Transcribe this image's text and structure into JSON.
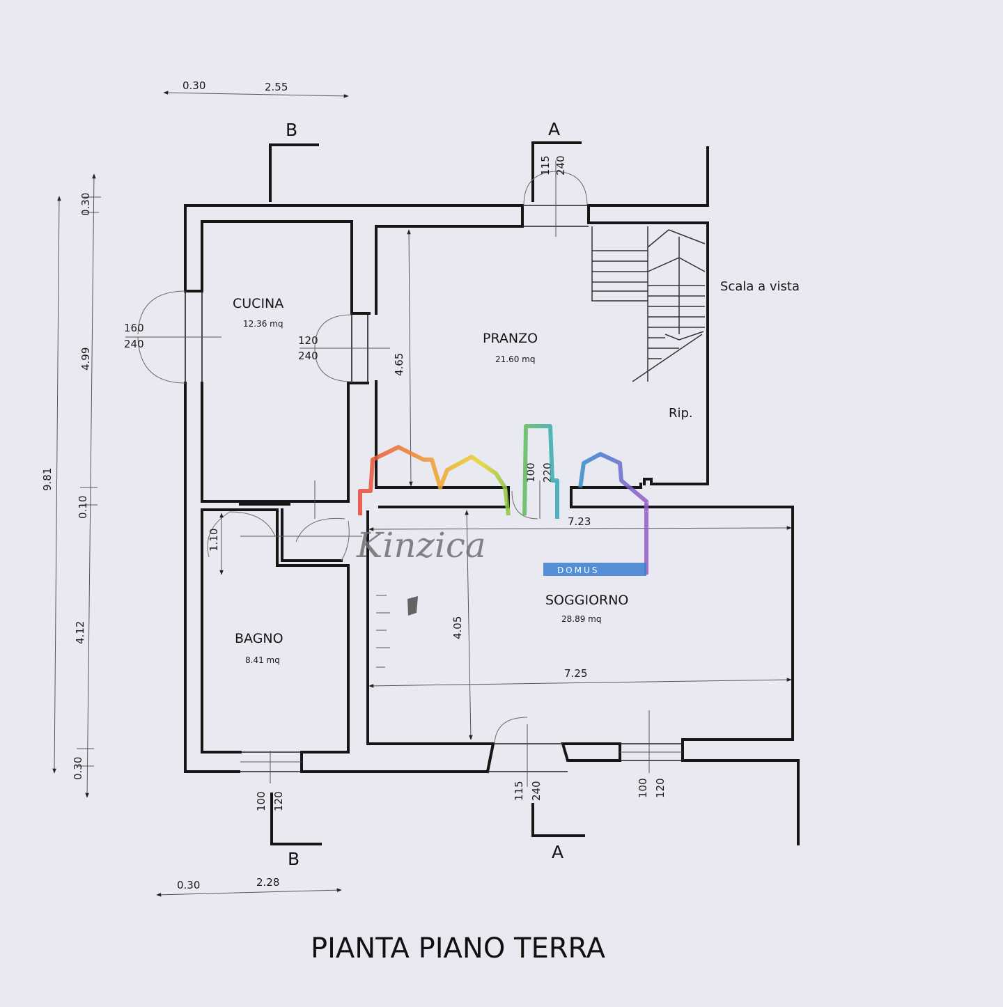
{
  "rooms": {
    "cucina": {
      "name": "CUCINA",
      "area": "12.36 mq"
    },
    "pranzo": {
      "name": "PRANZO",
      "area": "21.60 mq"
    },
    "bagno": {
      "name": "BAGNO",
      "area": "8.41 mq"
    },
    "soggiorno": {
      "name": "SOGGIORNO",
      "area": "28.89 mq"
    }
  },
  "labels": {
    "stairs": "Scala a vista",
    "storage": "Rip."
  },
  "sections": {
    "a": "A",
    "b": "B"
  },
  "dimensions": {
    "top_left_wall": "0.30",
    "top_width": "2.55",
    "bottom_left_wall": "0.30",
    "bottom_width": "2.28",
    "total_height": "9.81",
    "left_top_wall": "0.30",
    "left_upper_span": "4.99",
    "left_middle_wall": "0.10",
    "left_lower_span": "4.12",
    "left_bottom_wall": "0.30",
    "pranzo_height": "4.65",
    "bathroom_passage": "1.10",
    "soggiorno_height": "4.05",
    "soggiorno_width_top": "7.23",
    "soggiorno_width_bottom": "7.25"
  },
  "openings": {
    "kitchen_window_w": "160",
    "kitchen_window_h": "240",
    "kitchen_door_w": "120",
    "kitchen_door_h": "240",
    "top_door_w": "115",
    "top_door_h": "240",
    "pranzo_opening_w": "100",
    "pranzo_opening_h": "220",
    "bath_window_w": "100",
    "bath_window_h": "120",
    "front_door_w": "115",
    "front_door_h": "240",
    "right_window_w": "100",
    "right_window_h": "120"
  },
  "logo": {
    "name": "Kinzica",
    "sub": "DOMUS"
  },
  "title": "PIANTA PIANO TERRA",
  "colors": {
    "paper": "#e9eaf1",
    "ink": "#161616",
    "logo_red": "#e8463a",
    "logo_orange": "#f39a2c",
    "logo_yellow": "#e7d52b",
    "logo_green": "#6cbf4a",
    "logo_teal": "#33a9b5",
    "logo_blue": "#3a7fd0",
    "logo_purple": "#9a58c8"
  }
}
